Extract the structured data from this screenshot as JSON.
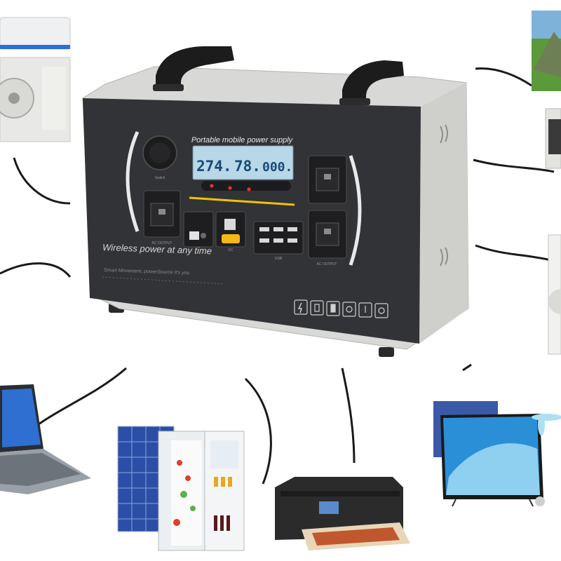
{
  "product": {
    "panel_title": "Portable mobile power supply",
    "display_readings": [
      "274.",
      "78.",
      "000."
    ],
    "tagline": "Wireless power at any time",
    "subtagline": "Smart Movement, powerSource It's you",
    "ac_output_left": "AC OUTPUT",
    "ac_output_right": "AC OUTPUT",
    "usb_label": "USB",
    "dc_label": "DC",
    "power_label": "Switch"
  },
  "appliances": [
    "air-conditioner",
    "tent",
    "microwave",
    "washing-machine",
    "laptop",
    "refrigerator",
    "solar-panel",
    "printer",
    "television",
    "ceiling-fan"
  ],
  "colors": {
    "device_shell": "#dcdcdc",
    "device_front": "#2e2f33",
    "screen": "#b8d8e8",
    "accent_yellow": "#f2c200",
    "cable": "#1a1a1a"
  }
}
